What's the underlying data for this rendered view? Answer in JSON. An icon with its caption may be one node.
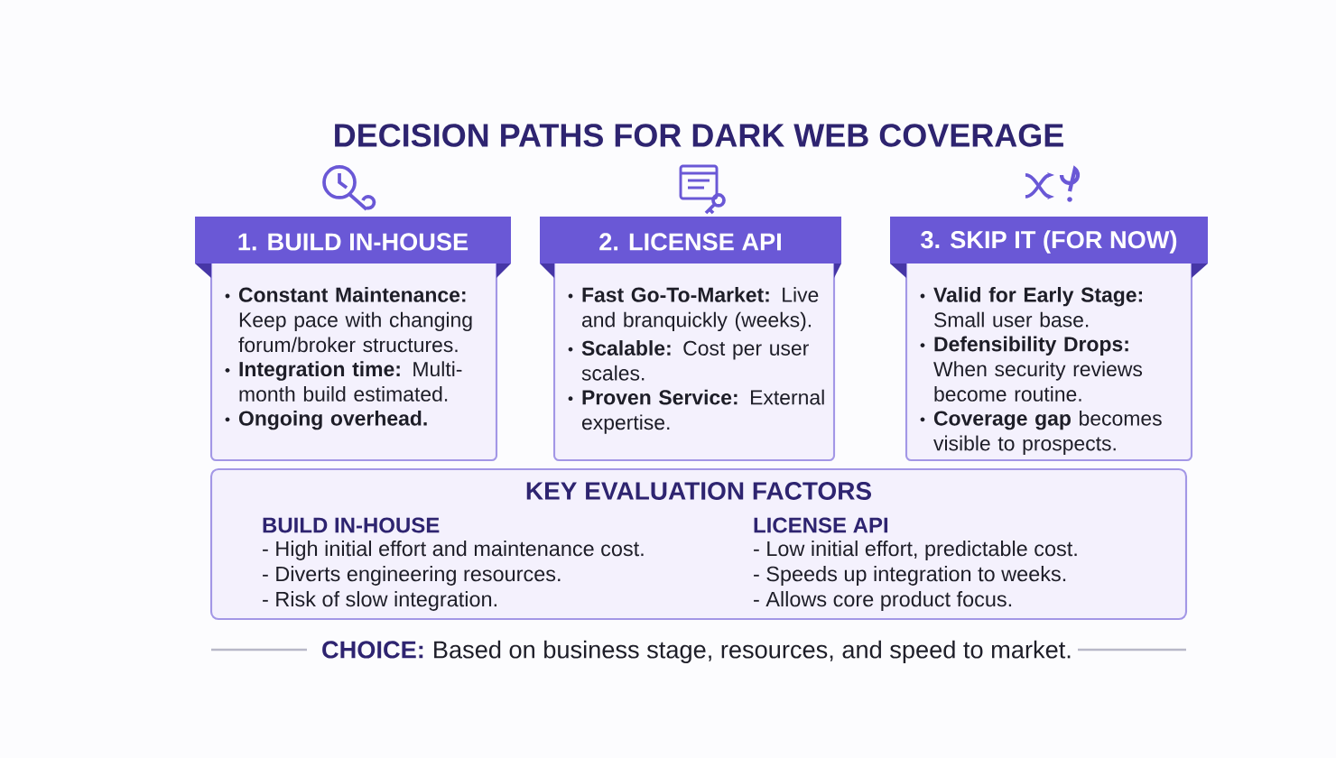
{
  "diagram": {
    "title": "DECISION PATHS FOR DARK WEB COVERAGE",
    "nodes": [
      {
        "text": [
          "1. BUILD IN-HOUSE",
          "**Constant Maintenance:** Keep pace with changing forum/broker structures.",
          "**Integration time:** Multi-month build estimated.",
          "**Ongoing overhead.**"
        ]
      },
      {
        "text": [
          "2. LICENSE API",
          "**Fast Go-To-Market:** Live and branquickly (weeks).",
          "**Scalable:** Cost per user scales.",
          "**Proven Service:** External expertise."
        ]
      },
      {
        "text": [
          "3. SKIP IT (FOR NOW)",
          "**Valid for Early Stage:** Small user base.",
          "**Defensibility Drops:** When security reviews become routine.",
          "**Coverage gap** becomes visible to prospects."
        ]
      },
      {
        "text": [
          "KEY EVALUATION FACTORS",
          "BUILD IN-HOUSE",
          "- High initial effort and maintenance cost.",
          "- Diverts engineering resources.",
          "- Risk of slow integration.",
          "LICENSE API",
          "- Low initial effort, predictable cost.",
          "- Speeds up integration to weeks.",
          "- Allows core product focus."
        ]
      }
    ],
    "labels": [
      "CHOICE:",
      "Based on business stage, resources, and speed to market."
    ]
  }
}
